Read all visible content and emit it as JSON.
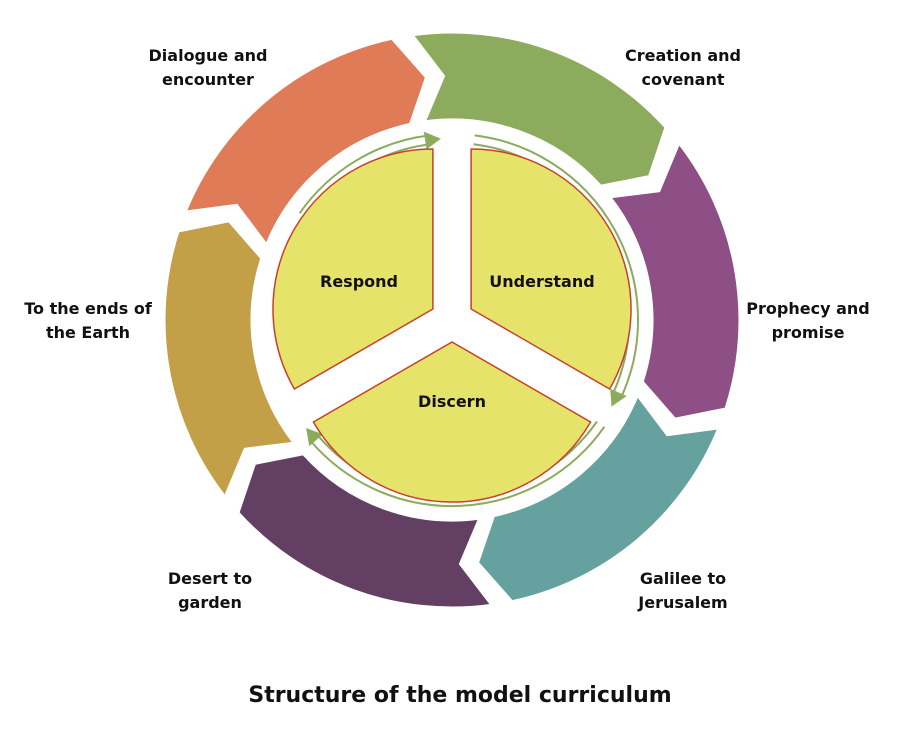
{
  "outer_stages": [
    {
      "id": "dialogue",
      "line1": "Dialogue and",
      "line2": "encounter",
      "color": "#e07b57"
    },
    {
      "id": "creation",
      "line1": "Creation and",
      "line2": "covenant",
      "color": "#8dab5d"
    },
    {
      "id": "prophecy",
      "line1": "Prophecy and",
      "line2": "promise",
      "color": "#8d4f86"
    },
    {
      "id": "galilee",
      "line1": "Galilee to",
      "line2": "Jerusalem",
      "color": "#65a19e"
    },
    {
      "id": "desert",
      "line1": "Desert to",
      "line2": "garden",
      "color": "#643f64"
    },
    {
      "id": "ends",
      "line1": "To the ends of",
      "line2": "the Earth",
      "color": "#c39f47"
    }
  ],
  "inner_segments": {
    "respond": "Respond",
    "understand": "Understand",
    "discern": "Discern",
    "fill_color": "#e6e36a",
    "stroke_color": "#c8402a"
  },
  "cycle_arrow_color": "#8dab5d",
  "caption": "Structure of the model curriculum"
}
